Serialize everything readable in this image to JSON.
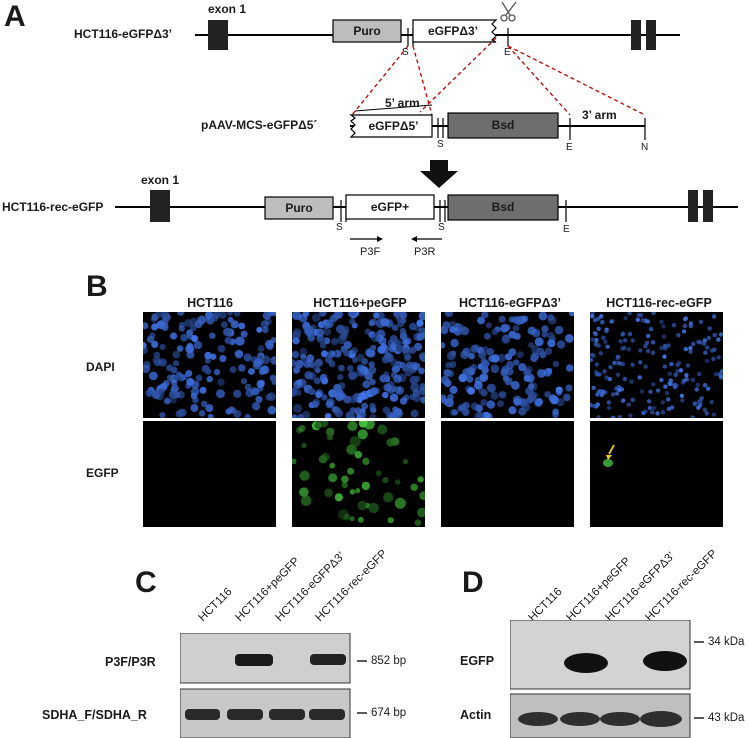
{
  "panel_a": {
    "letter": "A",
    "row1": {
      "name": "HCT116-eGFPΔ3’",
      "exon": "exon 1",
      "puro": "Puro",
      "egfp": "eGFPΔ3’",
      "s": "S",
      "e": "E"
    },
    "row2": {
      "name": "pAAV-MCS-eGFPΔ5´",
      "arm5": "5’ arm",
      "egfp": "eGFPΔ5’",
      "bsd": "Bsd",
      "arm3": "3’ arm",
      "s": "S",
      "e": "E",
      "n": "N"
    },
    "row3": {
      "name": "HCT116-rec-eGFP",
      "exon": "exon 1",
      "puro": "Puro",
      "egfp": "eGFP+",
      "bsd": "Bsd",
      "s1": "S",
      "s2": "S",
      "e": "E",
      "p3f": "P3F",
      "p3r": "P3R"
    }
  },
  "panel_b": {
    "letter": "B",
    "columns": [
      "HCT116",
      "HCT116+peGFP",
      "HCT116-eGFPΔ3’",
      "HCT116-rec-eGFP"
    ],
    "rows": [
      "DAPI",
      "EGFP"
    ]
  },
  "panel_c": {
    "letter": "C",
    "lanes": [
      "HCT116",
      "HCT116+peGFP",
      "HCT116-eGFPΔ3’",
      "HCT116-rec-eGFP"
    ],
    "row1": {
      "label": "P3F/P3R",
      "size": "852 bp"
    },
    "row2": {
      "label": "SDHA_F/SDHA_R",
      "size": "674 bp"
    }
  },
  "panel_d": {
    "letter": "D",
    "lanes": [
      "HCT116",
      "HCT116+peGFP",
      "HCT116-eGFPΔ3’",
      "HCT116-rec-eGFP"
    ],
    "row1": {
      "label": "EGFP",
      "size": "34 kDa"
    },
    "row2": {
      "label": "Actin",
      "size": "43 kDa"
    }
  }
}
